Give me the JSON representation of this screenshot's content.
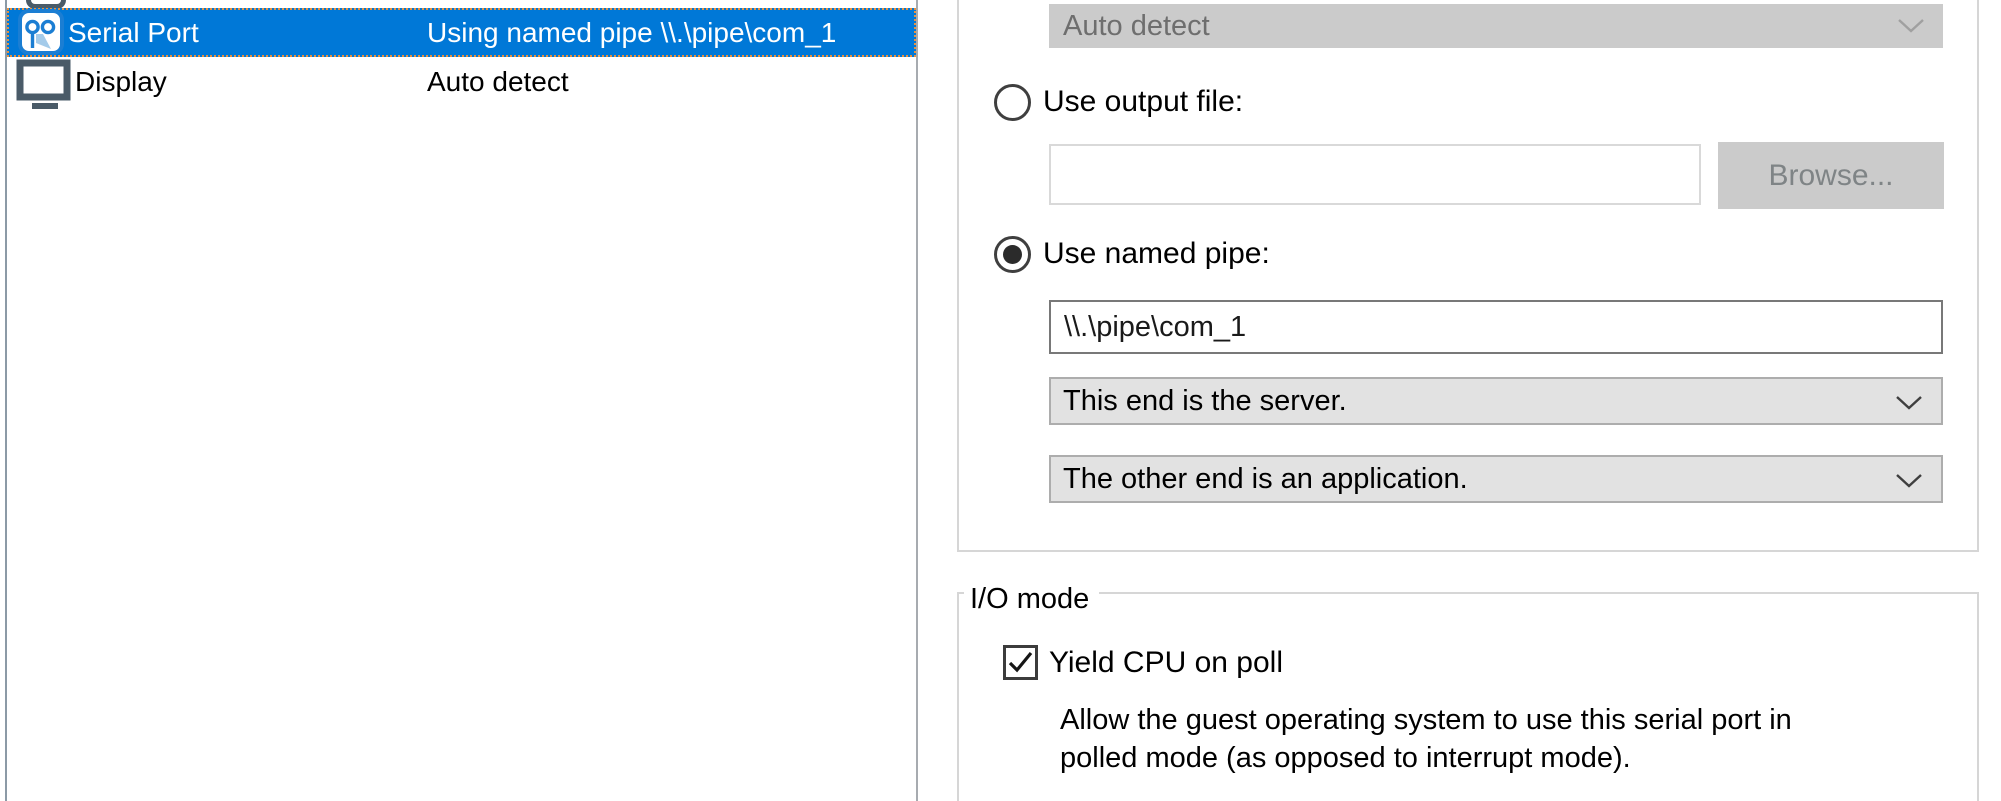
{
  "device_list": {
    "rows": [
      {
        "device": "Serial Port",
        "summary": "Using named pipe \\\\.\\pipe\\com_1",
        "state": "selected",
        "icon": "serial-port-icon"
      },
      {
        "device": "Display",
        "summary": "Auto detect",
        "state": "",
        "icon": "display-icon"
      }
    ]
  },
  "connection": {
    "connection_dropdown": {
      "value": "Auto detect",
      "state": "disabled"
    },
    "output_file_radio_label": "Use output file:",
    "output_file_value": "",
    "browse_button_label": "Browse...",
    "browse_button_state": "disabled",
    "named_pipe_radio_label": "Use named pipe:",
    "named_pipe_radio_selected": true,
    "named_pipe_value": "\\\\.\\pipe\\com_1",
    "near_end_dropdown": {
      "value": "This end is the server."
    },
    "far_end_dropdown": {
      "value": "The other end is an application."
    }
  },
  "io_mode": {
    "group_label": "I/O mode",
    "yield_cpu_label": "Yield CPU on poll",
    "yield_cpu_checked": true,
    "description_lines": [
      "Allow the guest operating system to use this serial port in",
      "polled mode (as opposed to interrupt mode)."
    ]
  },
  "colors": {
    "selection_blue": "#0078d7",
    "icon_blue": "#1b7ed3",
    "display_icon_gray": "#4a5b68",
    "disabled_gray": "#cbcbcb",
    "combo_gray": "#e2e2e2",
    "focus_dotted_orange": "#e8913f"
  }
}
